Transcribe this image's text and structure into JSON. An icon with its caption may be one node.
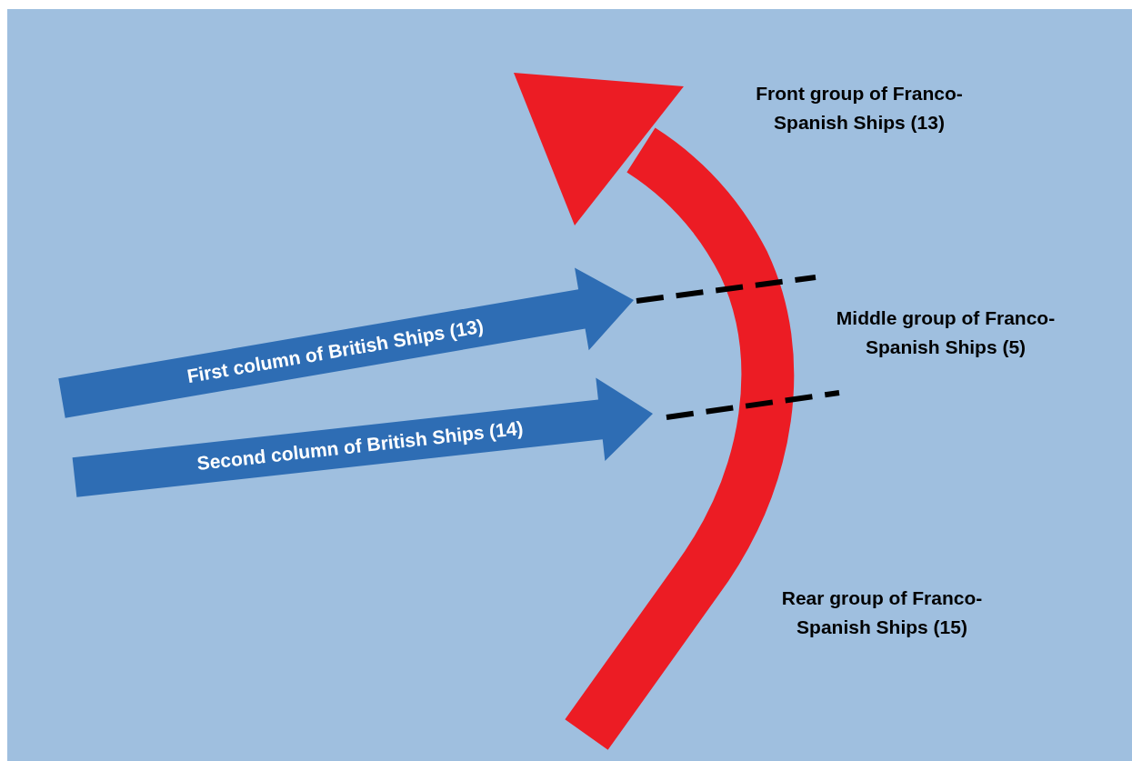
{
  "diagram": {
    "nodes": [
      {
        "text": [
          "First column of British Ships (13)"
        ]
      },
      {
        "text": [
          "Second column of British Ships (14)"
        ]
      }
    ],
    "labels": [
      "Front group of Franco-Spanish Ships (13)",
      "Middle group of Franco-Spanish Ships (5)",
      "Rear group of Franco-Spanish Ships (15)"
    ]
  }
}
